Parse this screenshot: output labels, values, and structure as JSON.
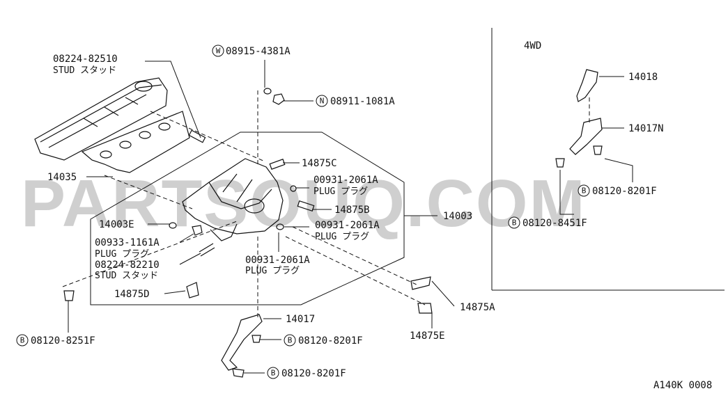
{
  "watermark": "PARTSOUQ.COM",
  "inset": {
    "title": "4WD"
  },
  "diagram_code": "A140K 0008",
  "labels": {
    "stud1_no": "08224-82510",
    "stud1_name": "STUD スタッド",
    "w_sym": "W",
    "w_no": "08915-4381A",
    "n_sym": "N",
    "n_no": "08911-1081A",
    "p14875C": "14875C",
    "p14035": "14035",
    "plugA1_no": "00931-2061A",
    "plugA1_name": "PLUG プラグ",
    "p14875B": "14875B",
    "p14003": "14003",
    "p14003E": "14003E",
    "plugA2_no": "00931-2061A",
    "plugA2_name": "PLUG プラグ",
    "plugB_no": "00933-1161A",
    "plugB_name": "PLUG プラグ",
    "stud2_no": "08224-82210",
    "stud2_name": "STUD スタッド",
    "plugA3_no": "00931-2061A",
    "plugA3_name": "PLUG プラグ",
    "p14875D": "14875D",
    "p14875A": "14875A",
    "p14017": "14017",
    "b_sym": "B",
    "b1_no": "08120-8251F",
    "b2_no": "08120-8201F",
    "b3_no": "08120-8201F",
    "p14875E": "14875E",
    "p14018": "14018",
    "p14017N": "14017N",
    "b4_no": "08120-8201F",
    "b5_no": "08120-8451F"
  }
}
